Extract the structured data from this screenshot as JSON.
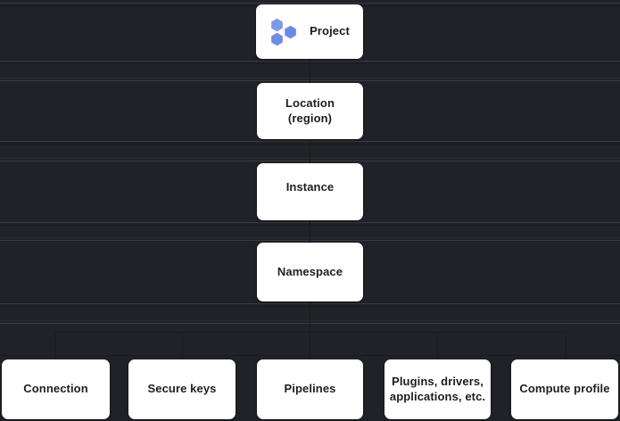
{
  "diagram": {
    "type": "hierarchy-tree",
    "background_color": "#212227",
    "node_color": "#ffffff",
    "text_color": "#1e1e22",
    "accent_color": "#6b8ae8",
    "chain": [
      {
        "id": "project",
        "label": "Project",
        "icon": "hexagons-icon"
      },
      {
        "id": "location",
        "label": "Location\n(region)",
        "icon": null
      },
      {
        "id": "instance",
        "label": "Instance",
        "icon": null
      },
      {
        "id": "namespace",
        "label": "Namespace",
        "icon": null
      }
    ],
    "children": [
      {
        "id": "connection",
        "label": "Connection"
      },
      {
        "id": "secure-keys",
        "label": "Secure keys"
      },
      {
        "id": "pipelines",
        "label": "Pipelines"
      },
      {
        "id": "plugins",
        "label": "Plugins, drivers,\napplications, etc."
      },
      {
        "id": "compute-profile",
        "label": "Compute profile"
      }
    ]
  }
}
